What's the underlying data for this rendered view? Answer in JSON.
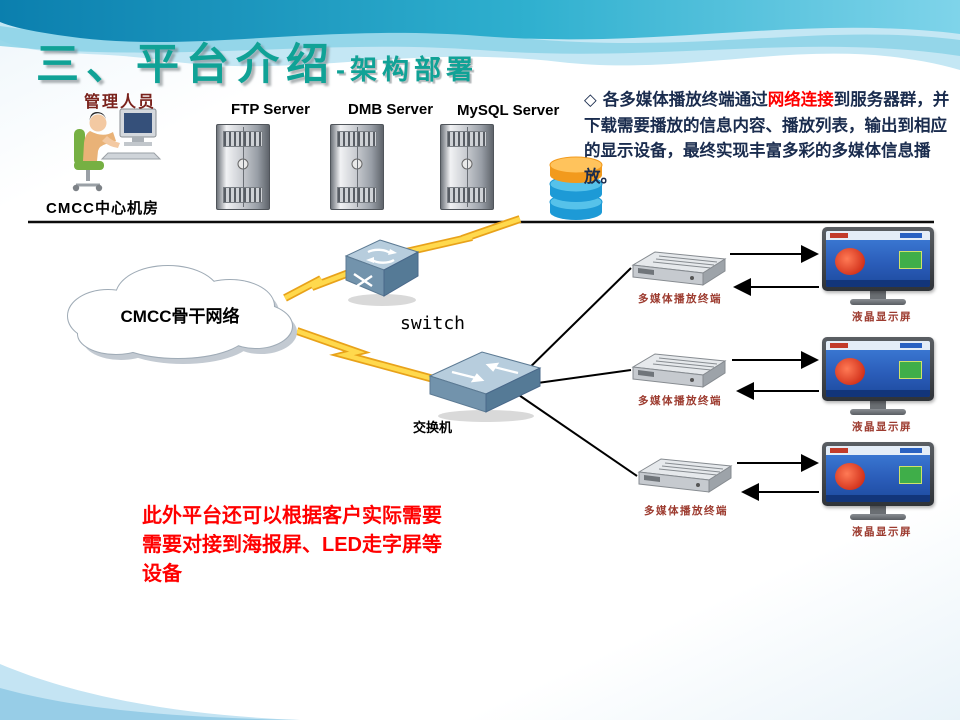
{
  "title": {
    "main": "三、平台介绍",
    "suffix": "-架构部署"
  },
  "admin_area": {
    "label": "管理人员",
    "room_label": "CMCC中心机房"
  },
  "servers": {
    "ftp": "FTP Server",
    "dmb": "DMB Server",
    "mysql": "MySQL Server"
  },
  "description": {
    "bullet": "◇",
    "text_before": "各多媒体播放终端通过",
    "highlight": "网络连接",
    "text_after": "到服务器群，并下载需要播放的信息内容、播放列表，输出到相应的显示设备，最终实现丰富多彩的多媒体信息播放。"
  },
  "network": {
    "cloud_label": "CMCC骨干网络",
    "router_label": "switch",
    "switch_label": "交换机"
  },
  "rows": [
    {
      "terminal_label": "多媒体播放终端",
      "display_label": "液晶显示屏"
    },
    {
      "terminal_label": "多媒体播放终端",
      "display_label": "液晶显示屏"
    },
    {
      "terminal_label": "多媒体播放终端",
      "display_label": "液晶显示屏"
    }
  ],
  "note": "此外平台还可以根据客户实际需要\n需要对接到海报屏、LED走字屏等\n设备",
  "colors": {
    "title_teal": "#10a296",
    "highlight_red": "#ff0000",
    "note_red": "#ff0000",
    "label_dark_red": "#9c3a2e",
    "lightning_yellow": "#ffd94d",
    "lightning_outline": "#e8a21a"
  }
}
